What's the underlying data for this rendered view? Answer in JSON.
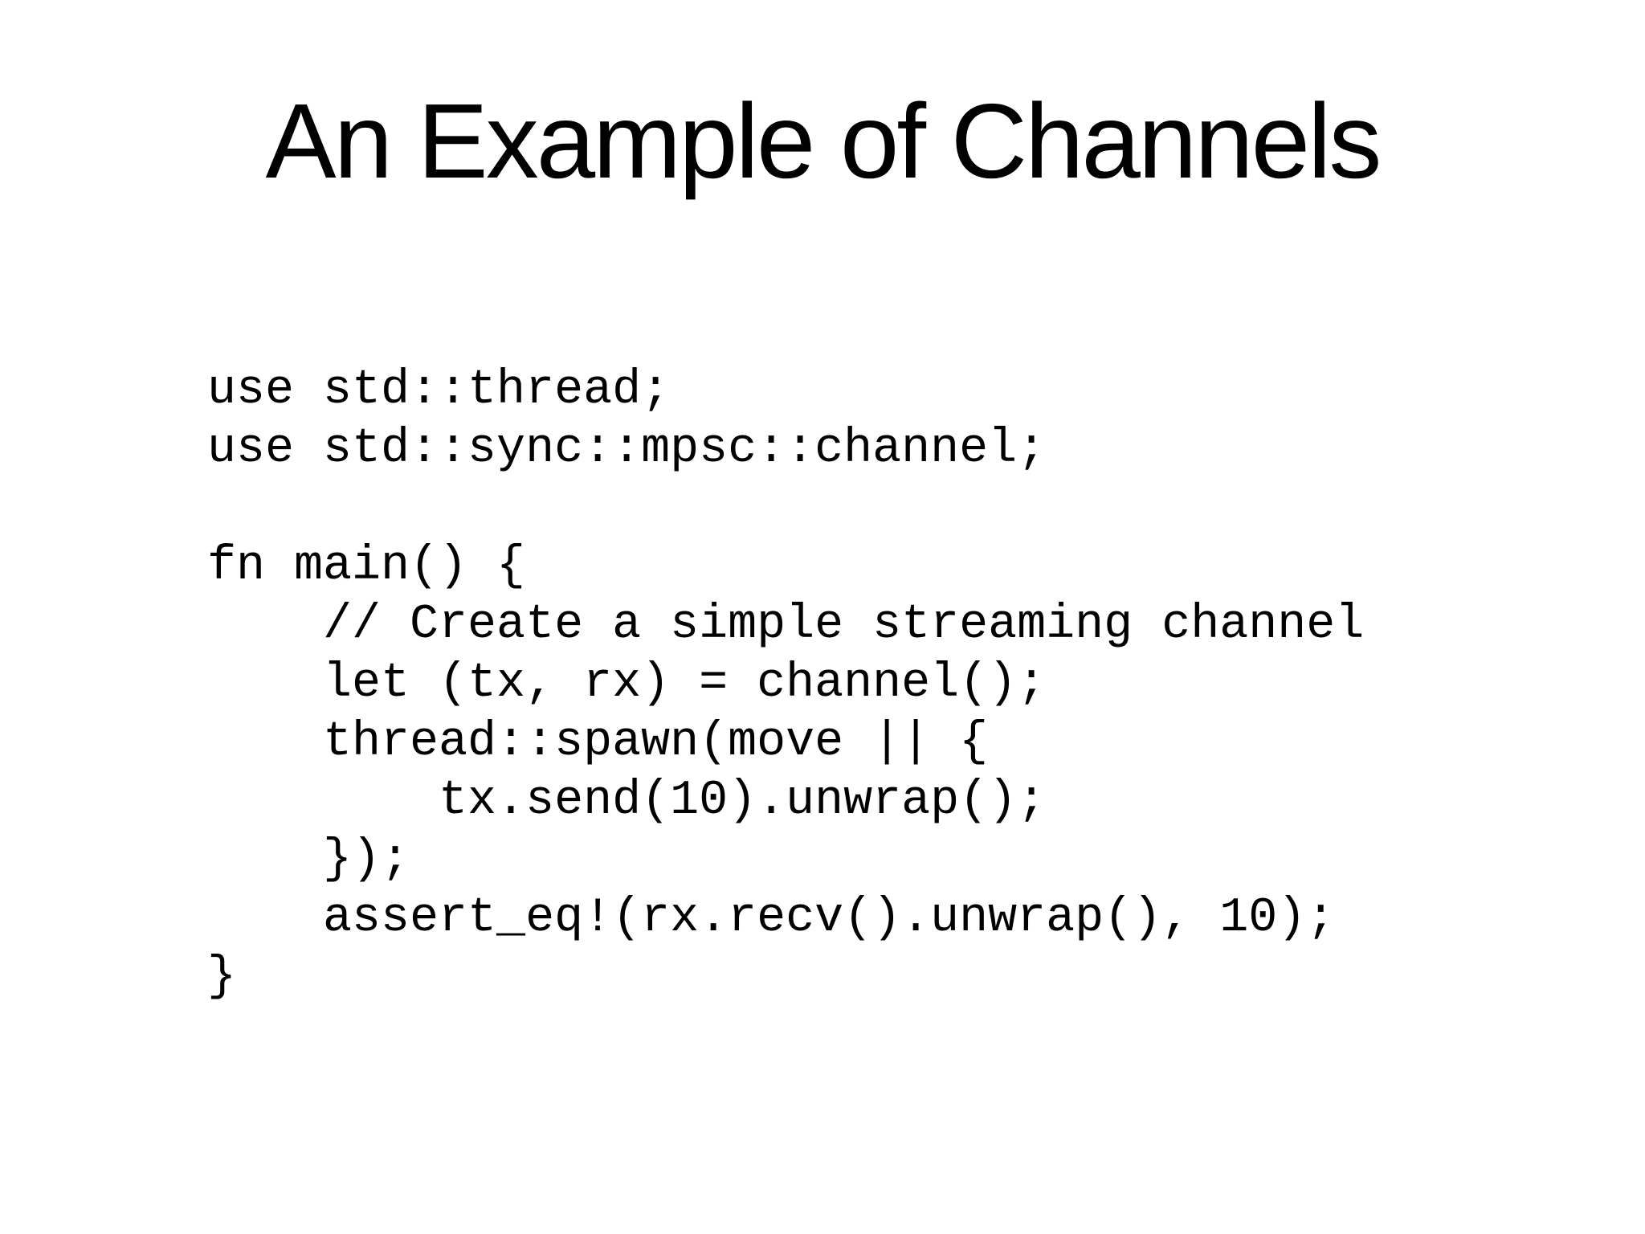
{
  "slide": {
    "title": "An Example of Channels",
    "code_lines": [
      "use std::thread;",
      "use std::sync::mpsc::channel;",
      "",
      "fn main() {",
      "    // Create a simple streaming channel",
      "    let (tx, rx) = channel();",
      "    thread::spawn(move || {",
      "        tx.send(10).unwrap();",
      "    });",
      "    assert_eq!(rx.recv().unwrap(), 10);",
      "}"
    ],
    "colors": {
      "background": "#ffffff",
      "text": "#000000"
    }
  }
}
